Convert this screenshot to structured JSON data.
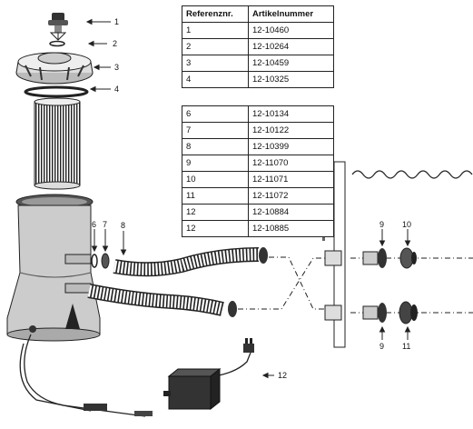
{
  "table_1": {
    "headers": [
      "Referenznr.",
      "Artikelnummer"
    ],
    "rows": [
      [
        "1",
        "12-10460"
      ],
      [
        "2",
        "12-10264"
      ],
      [
        "3",
        "12-10459"
      ],
      [
        "4",
        "12-10325"
      ]
    ]
  },
  "table_2": {
    "rows": [
      [
        "6",
        "12-10134"
      ],
      [
        "7",
        "12-10122"
      ],
      [
        "8",
        "12-10399"
      ],
      [
        "9",
        "12-11070"
      ],
      [
        "10",
        "12-11071"
      ],
      [
        "11",
        "12-11072"
      ],
      [
        "12",
        "12-10884"
      ],
      [
        "12",
        "12-10885"
      ]
    ]
  },
  "callouts": {
    "n1": "1",
    "n2": "2",
    "n3": "3",
    "n4": "4",
    "n6": "6",
    "n7": "7",
    "n8": "8",
    "n9a": "9",
    "n10": "10",
    "n9b": "9",
    "n11": "11",
    "n12": "12"
  }
}
